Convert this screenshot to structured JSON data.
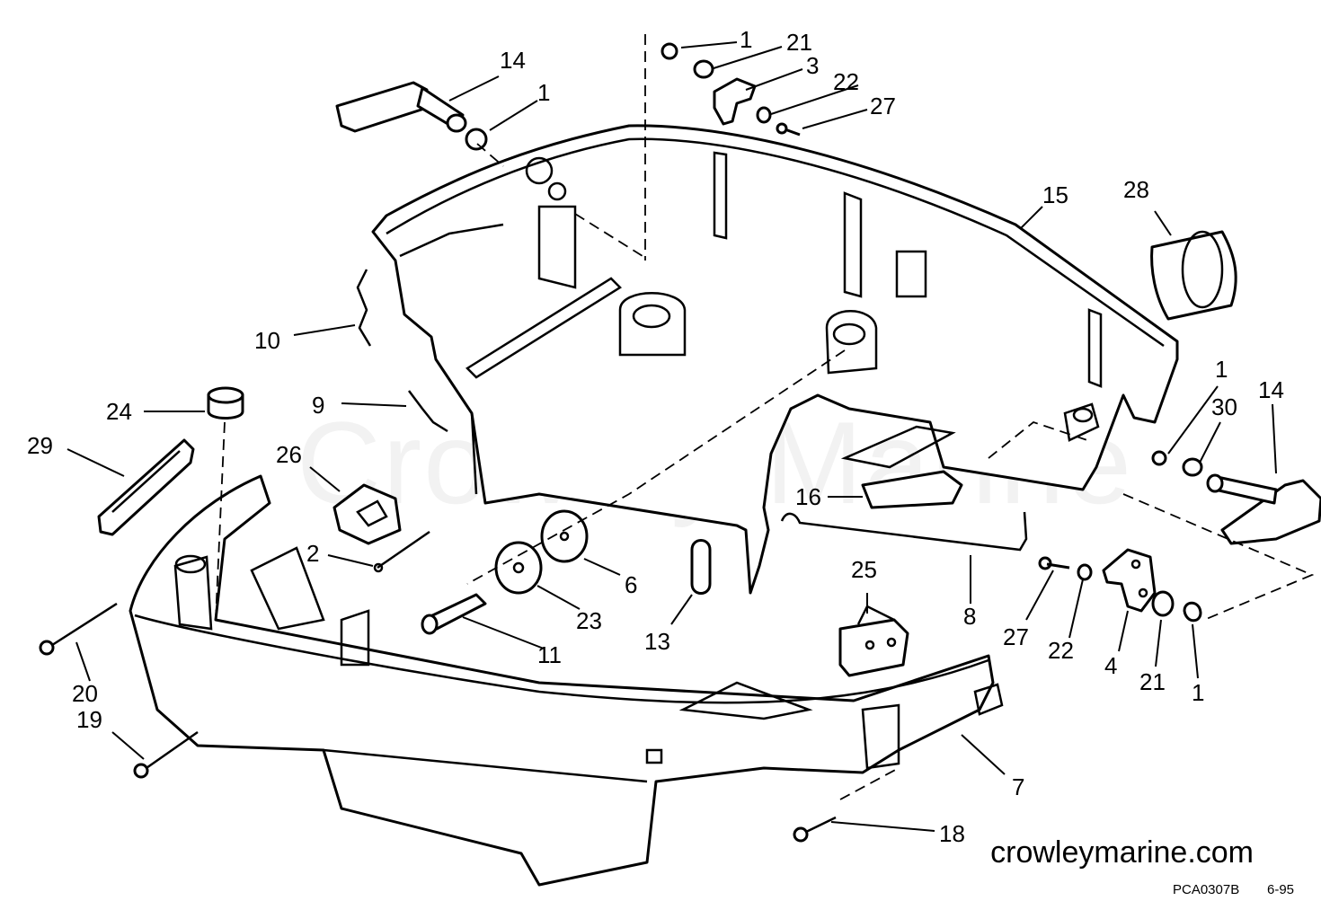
{
  "watermark": "Crowley Marine",
  "website": "crowleymarine.com",
  "drawing_code": "PCA0307B",
  "drawing_date": "6-95",
  "callouts": [
    "1",
    "21",
    "3",
    "22",
    "27",
    "14",
    "1",
    "15",
    "28",
    "10",
    "9",
    "24",
    "29",
    "26",
    "2",
    "6",
    "23",
    "11",
    "13",
    "16",
    "25",
    "8",
    "1",
    "30",
    "14",
    "27",
    "22",
    "4",
    "21",
    "1",
    "20",
    "19",
    "7",
    "18"
  ],
  "colors": {
    "line": "#000000",
    "background": "#ffffff",
    "watermark": "#f2f2f2"
  }
}
